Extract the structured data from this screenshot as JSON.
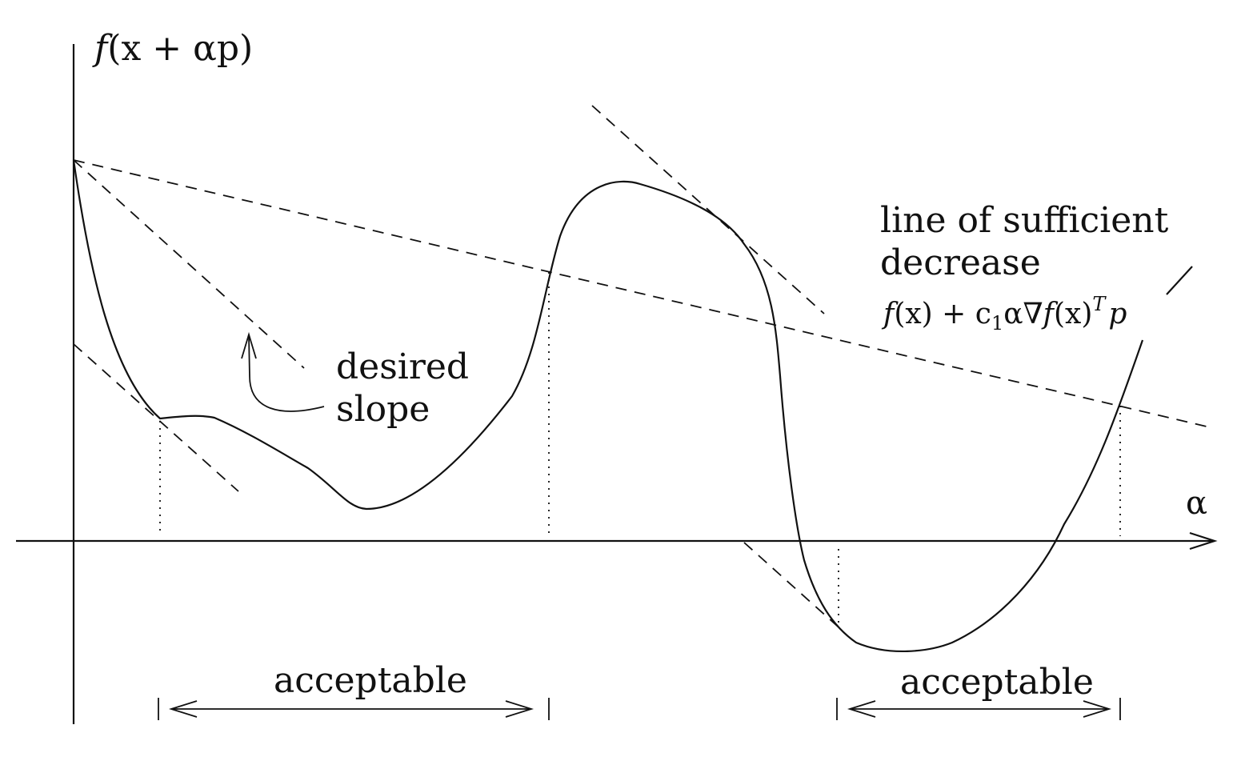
{
  "axes": {
    "y_label_f": "f",
    "y_label_rest": "(x + αp)",
    "x_label": "α"
  },
  "annotations": {
    "sufficient_line1": "line of sufficient",
    "sufficient_line2": "decrease",
    "sufficient_formula_a": "f",
    "sufficient_formula_b": "(x) + c",
    "sufficient_formula_sub": "1",
    "sufficient_formula_c": "α∇",
    "sufficient_formula_d": "f",
    "sufficient_formula_e": "(x)",
    "sufficient_formula_sup": "T",
    "sufficient_formula_f": "p",
    "desired1": "desired",
    "desired2": "slope",
    "acceptable_left": "acceptable",
    "acceptable_right": "acceptable"
  }
}
